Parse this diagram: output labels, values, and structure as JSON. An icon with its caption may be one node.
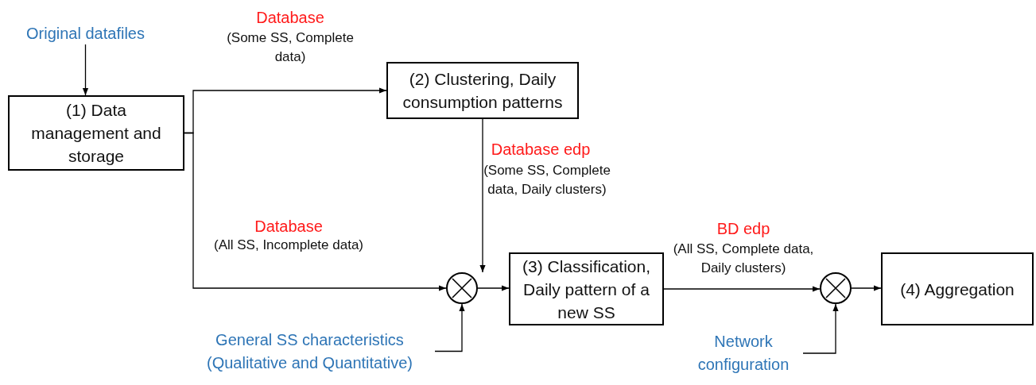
{
  "diagram": {
    "nodes": [
      {
        "text": [
          "Original datafiles"
        ]
      },
      {
        "text": [
          "(1) Data management and storage"
        ]
      },
      {
        "text": [
          "(2) Clustering, Daily consumption patterns"
        ]
      },
      {
        "text": [],
        "shape": "circle"
      },
      {
        "text": [
          "(3) Classification, Daily pattern of a new SS"
        ]
      },
      {
        "text": [],
        "shape": "circle"
      },
      {
        "text": [
          "(4) Aggregation"
        ]
      },
      {
        "text": [
          "General SS characteristics (Qualitative and Quantitative)"
        ]
      },
      {
        "text": [
          "Network configuration"
        ]
      }
    ],
    "edges": [
      {
        "from": 0,
        "to": 1,
        "arrow": "to"
      },
      {
        "from": 1,
        "to": 2,
        "arrow": "to",
        "label": "Database"
      },
      {
        "from": 1,
        "to": 3,
        "arrow": "to",
        "label": "Database"
      },
      {
        "from": 2,
        "to": 3,
        "arrow": "to",
        "label": "Database edp"
      },
      {
        "from": 7,
        "to": 3,
        "arrow": "to"
      },
      {
        "from": 3,
        "to": 4,
        "arrow": "to"
      },
      {
        "from": 4,
        "to": 5,
        "arrow": "to",
        "label": "BD edp"
      },
      {
        "from": 8,
        "to": 5,
        "arrow": "to"
      },
      {
        "from": 5,
        "to": 6,
        "arrow": "to"
      }
    ],
    "labels": [
      "(Some SS, Complete data)",
      "(Some SS, Complete data, Daily clusters)",
      "(All SS, Incomplete data)",
      "(All SS, Complete data, Daily clusters)"
    ]
  }
}
